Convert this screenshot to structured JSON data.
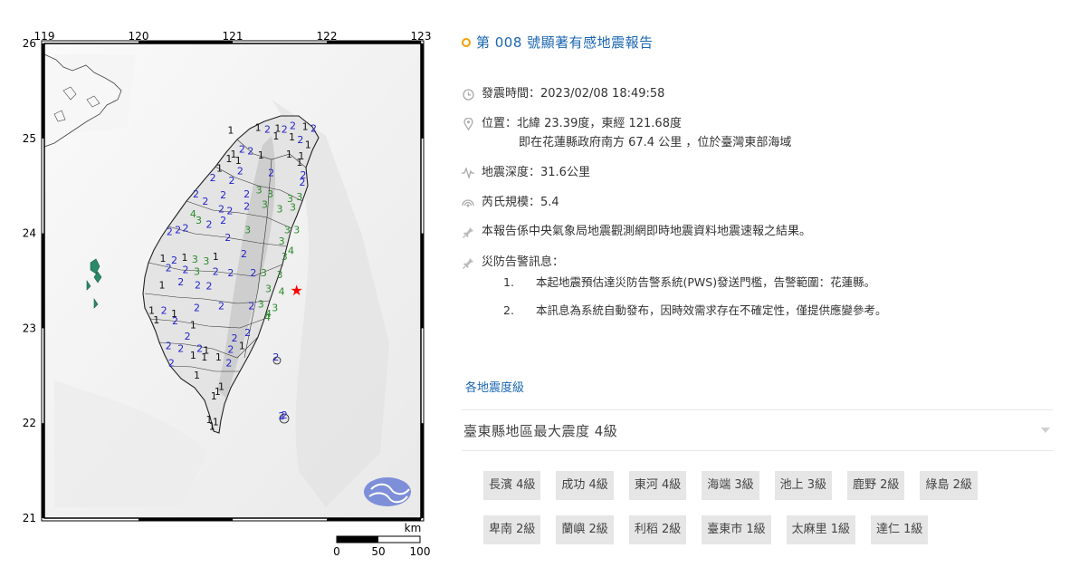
{
  "map": {
    "lon_ticks": [
      "119",
      "120",
      "121",
      "122",
      "123"
    ],
    "lat_ticks": [
      "26",
      "25",
      "24",
      "23",
      "22",
      "21"
    ],
    "scale": {
      "unit": "km",
      "labels": [
        "0",
        "50",
        "100"
      ]
    },
    "colors": {
      "level1": "#111111",
      "level2": "#2222cc",
      "level3": "#2a8a2a",
      "level4": "#2a8a2a",
      "epicenter": "#ff0000"
    },
    "stations": [
      {
        "lon": 120.98,
        "lat": 25.05,
        "v": "1"
      },
      {
        "lon": 121.27,
        "lat": 25.08,
        "v": "1"
      },
      {
        "lon": 121.37,
        "lat": 25.06,
        "v": "2"
      },
      {
        "lon": 121.48,
        "lat": 25.07,
        "v": "1"
      },
      {
        "lon": 121.55,
        "lat": 25.06,
        "v": "2"
      },
      {
        "lon": 121.64,
        "lat": 25.1,
        "v": "2"
      },
      {
        "lon": 121.77,
        "lat": 25.09,
        "v": "1"
      },
      {
        "lon": 121.86,
        "lat": 25.07,
        "v": "2"
      },
      {
        "lon": 121.46,
        "lat": 24.99,
        "v": "1"
      },
      {
        "lon": 121.63,
        "lat": 24.98,
        "v": "1"
      },
      {
        "lon": 121.72,
        "lat": 24.95,
        "v": "2"
      },
      {
        "lon": 121.8,
        "lat": 24.9,
        "v": "1"
      },
      {
        "lon": 121.1,
        "lat": 24.85,
        "v": "2"
      },
      {
        "lon": 121.19,
        "lat": 24.83,
        "v": "2"
      },
      {
        "lon": 121.01,
        "lat": 24.8,
        "v": "1"
      },
      {
        "lon": 120.96,
        "lat": 24.75,
        "v": "1"
      },
      {
        "lon": 121.06,
        "lat": 24.73,
        "v": "1"
      },
      {
        "lon": 121.3,
        "lat": 24.79,
        "v": "1"
      },
      {
        "lon": 121.6,
        "lat": 24.8,
        "v": "1"
      },
      {
        "lon": 121.73,
        "lat": 24.78,
        "v": "1"
      },
      {
        "lon": 121.71,
        "lat": 24.71,
        "v": "1"
      },
      {
        "lon": 120.86,
        "lat": 24.65,
        "v": "1"
      },
      {
        "lon": 121.08,
        "lat": 24.62,
        "v": "2"
      },
      {
        "lon": 121.41,
        "lat": 24.6,
        "v": "2"
      },
      {
        "lon": 121.75,
        "lat": 24.58,
        "v": "2"
      },
      {
        "lon": 120.79,
        "lat": 24.55,
        "v": "2"
      },
      {
        "lon": 120.99,
        "lat": 24.52,
        "v": "2"
      },
      {
        "lon": 121.74,
        "lat": 24.5,
        "v": "2"
      },
      {
        "lon": 120.61,
        "lat": 24.38,
        "v": "2"
      },
      {
        "lon": 120.71,
        "lat": 24.3,
        "v": "2"
      },
      {
        "lon": 120.9,
        "lat": 24.37,
        "v": "2"
      },
      {
        "lon": 121.15,
        "lat": 24.38,
        "v": "2"
      },
      {
        "lon": 121.28,
        "lat": 24.42,
        "v": "3"
      },
      {
        "lon": 121.4,
        "lat": 24.38,
        "v": "3"
      },
      {
        "lon": 121.61,
        "lat": 24.33,
        "v": "3"
      },
      {
        "lon": 121.71,
        "lat": 24.35,
        "v": "3"
      },
      {
        "lon": 120.58,
        "lat": 24.17,
        "v": "4"
      },
      {
        "lon": 120.88,
        "lat": 24.22,
        "v": "2"
      },
      {
        "lon": 120.97,
        "lat": 24.2,
        "v": "2"
      },
      {
        "lon": 121.15,
        "lat": 24.25,
        "v": "2"
      },
      {
        "lon": 121.34,
        "lat": 24.27,
        "v": "3"
      },
      {
        "lon": 121.5,
        "lat": 24.22,
        "v": "3"
      },
      {
        "lon": 121.64,
        "lat": 24.24,
        "v": "3"
      },
      {
        "lon": 120.64,
        "lat": 24.1,
        "v": "3"
      },
      {
        "lon": 120.75,
        "lat": 24.06,
        "v": "2"
      },
      {
        "lon": 120.9,
        "lat": 24.1,
        "v": "2"
      },
      {
        "lon": 120.33,
        "lat": 23.98,
        "v": "2"
      },
      {
        "lon": 120.42,
        "lat": 24.0,
        "v": "2"
      },
      {
        "lon": 120.5,
        "lat": 24.02,
        "v": "2"
      },
      {
        "lon": 120.95,
        "lat": 23.92,
        "v": "2"
      },
      {
        "lon": 121.16,
        "lat": 24.0,
        "v": "3"
      },
      {
        "lon": 121.58,
        "lat": 24.0,
        "v": "3"
      },
      {
        "lon": 121.68,
        "lat": 24.0,
        "v": "3"
      },
      {
        "lon": 121.52,
        "lat": 23.88,
        "v": "3"
      },
      {
        "lon": 121.62,
        "lat": 23.78,
        "v": "4"
      },
      {
        "lon": 120.26,
        "lat": 23.7,
        "v": "1"
      },
      {
        "lon": 120.38,
        "lat": 23.68,
        "v": "2"
      },
      {
        "lon": 120.49,
        "lat": 23.71,
        "v": "1"
      },
      {
        "lon": 120.6,
        "lat": 23.69,
        "v": "3"
      },
      {
        "lon": 120.72,
        "lat": 23.67,
        "v": "3"
      },
      {
        "lon": 120.82,
        "lat": 23.72,
        "v": "1"
      },
      {
        "lon": 121.12,
        "lat": 23.75,
        "v": "2"
      },
      {
        "lon": 121.55,
        "lat": 23.72,
        "v": "3"
      },
      {
        "lon": 120.32,
        "lat": 23.6,
        "v": "2"
      },
      {
        "lon": 120.5,
        "lat": 23.58,
        "v": "2"
      },
      {
        "lon": 120.62,
        "lat": 23.56,
        "v": "3"
      },
      {
        "lon": 120.82,
        "lat": 23.56,
        "v": "2"
      },
      {
        "lon": 120.98,
        "lat": 23.55,
        "v": "2"
      },
      {
        "lon": 121.22,
        "lat": 23.55,
        "v": "2"
      },
      {
        "lon": 121.33,
        "lat": 23.55,
        "v": "3"
      },
      {
        "lon": 121.5,
        "lat": 23.53,
        "v": "3"
      },
      {
        "lon": 120.25,
        "lat": 23.42,
        "v": "1"
      },
      {
        "lon": 120.45,
        "lat": 23.45,
        "v": "2"
      },
      {
        "lon": 120.63,
        "lat": 23.42,
        "v": "2"
      },
      {
        "lon": 120.75,
        "lat": 23.41,
        "v": "2"
      },
      {
        "lon": 121.38,
        "lat": 23.38,
        "v": "3"
      },
      {
        "lon": 121.52,
        "lat": 23.35,
        "v": "4"
      },
      {
        "lon": 120.14,
        "lat": 23.15,
        "v": "1"
      },
      {
        "lon": 120.27,
        "lat": 23.15,
        "v": "2"
      },
      {
        "lon": 120.38,
        "lat": 23.12,
        "v": "1"
      },
      {
        "lon": 120.62,
        "lat": 23.18,
        "v": "2"
      },
      {
        "lon": 120.88,
        "lat": 23.2,
        "v": "2"
      },
      {
        "lon": 121.2,
        "lat": 23.2,
        "v": "2"
      },
      {
        "lon": 121.3,
        "lat": 23.22,
        "v": "3"
      },
      {
        "lon": 121.45,
        "lat": 23.18,
        "v": "3"
      },
      {
        "lon": 121.38,
        "lat": 23.12,
        "v": "4"
      },
      {
        "lon": 120.19,
        "lat": 23.05,
        "v": "1"
      },
      {
        "lon": 120.39,
        "lat": 23.04,
        "v": "2"
      },
      {
        "lon": 120.58,
        "lat": 23.0,
        "v": "1"
      },
      {
        "lon": 121.37,
        "lat": 23.08,
        "v": "4"
      },
      {
        "lon": 120.52,
        "lat": 22.88,
        "v": "2"
      },
      {
        "lon": 121.02,
        "lat": 22.86,
        "v": "2"
      },
      {
        "lon": 121.16,
        "lat": 22.92,
        "v": "2"
      },
      {
        "lon": 120.32,
        "lat": 22.78,
        "v": "2"
      },
      {
        "lon": 120.45,
        "lat": 22.75,
        "v": "2"
      },
      {
        "lon": 120.65,
        "lat": 22.75,
        "v": "2"
      },
      {
        "lon": 120.72,
        "lat": 22.73,
        "v": "1"
      },
      {
        "lon": 120.98,
        "lat": 22.74,
        "v": "2"
      },
      {
        "lon": 121.1,
        "lat": 22.78,
        "v": "1"
      },
      {
        "lon": 120.58,
        "lat": 22.68,
        "v": "1"
      },
      {
        "lon": 120.7,
        "lat": 22.66,
        "v": "1"
      },
      {
        "lon": 120.85,
        "lat": 22.66,
        "v": "1"
      },
      {
        "lon": 120.35,
        "lat": 22.6,
        "v": "2"
      },
      {
        "lon": 120.96,
        "lat": 22.6,
        "v": "2"
      },
      {
        "lon": 121.46,
        "lat": 22.66,
        "v": "2"
      },
      {
        "lon": 120.62,
        "lat": 22.47,
        "v": "1"
      },
      {
        "lon": 120.88,
        "lat": 22.35,
        "v": "1"
      },
      {
        "lon": 120.84,
        "lat": 22.3,
        "v": "1"
      },
      {
        "lon": 120.8,
        "lat": 22.25,
        "v": "1"
      },
      {
        "lon": 120.75,
        "lat": 22.0,
        "v": "1"
      },
      {
        "lon": 120.82,
        "lat": 21.98,
        "v": "1"
      },
      {
        "lon": 120.78,
        "lat": 21.93,
        "v": "1"
      },
      {
        "lon": 121.52,
        "lat": 22.04,
        "v": "2"
      },
      {
        "lon": 121.55,
        "lat": 22.05,
        "v": "2"
      }
    ],
    "epicenter": {
      "lon": 121.68,
      "lat": 23.39
    }
  },
  "report": {
    "title": "第 008 號顯著有感地震報告",
    "time": "發震時間：2023/02/08 18:49:58",
    "location": "位置：北緯 23.39度，東經 121.68度",
    "location_detail": "即在花蓮縣政府南方 67.4 公里 ，位於臺灣東部海域",
    "depth": "地震深度：31.6公里",
    "magnitude": "芮氏規模：5.4",
    "note": "本報告係中央氣象局地震觀測網即時地震資料地震速報之結果。",
    "warning_title": "災防告警訊息：",
    "warnings": [
      {
        "num": "1.",
        "text": "本起地震預估達災防告警系統(PWS)發送門檻，告警範圍：花蓮縣。"
      },
      {
        "num": "2.",
        "text": "本訊息為系統自動發布，因時效需求存在不確定性，僅提供應變參考。"
      }
    ],
    "section_link": "各地震度級",
    "accordion_title": "臺東縣地區最大震度 4級",
    "intensities": [
      "長濱 4級",
      "成功 4級",
      "東河 4級",
      "海端 3級",
      "池上 3級",
      "鹿野 2級",
      "綠島 2級",
      "卑南 2級",
      "蘭嶼 2級",
      "利稻 2級",
      "臺東市 1級",
      "太麻里 1級",
      "達仁 1級"
    ],
    "colors": {
      "title": "#1b66b1",
      "title_dot": "#f2a000",
      "link": "#1b66b1",
      "tag_bg": "#e6e6e6"
    }
  }
}
